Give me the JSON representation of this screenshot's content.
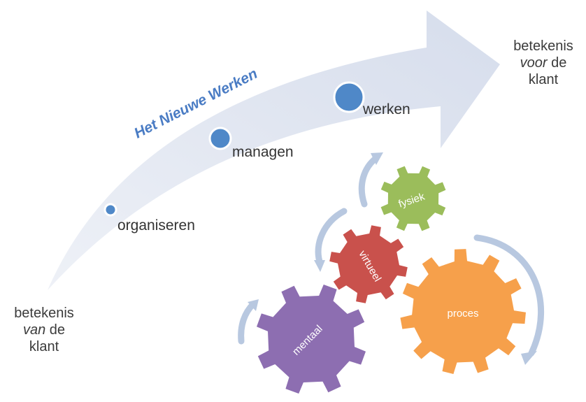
{
  "title": "Het Nieuwe Werken",
  "steps": [
    {
      "label": "organiseren"
    },
    {
      "label": "managen"
    },
    {
      "label": "werken"
    }
  ],
  "start": {
    "line1": "betekenis",
    "line2_em": "van",
    "line2_rest": " de",
    "line3": "klant"
  },
  "end": {
    "line1": "betekenis",
    "line2_em": "voor",
    "line2_rest": " de",
    "line3": "klant"
  },
  "gears": {
    "fysiek": "fysiek",
    "virtueel": "virtueel",
    "proces": "proces",
    "mentaal": "mentaal"
  },
  "colors": {
    "arrow": "#dfe4ef",
    "title": "#4a7cc4",
    "dot": "#4f88c8",
    "fysiek": "#9bbd5b",
    "virtueel": "#c9514c",
    "proces": "#f6a04b",
    "mentaal": "#8d6eb1",
    "rotation_arrow": "#b8c8e0"
  }
}
